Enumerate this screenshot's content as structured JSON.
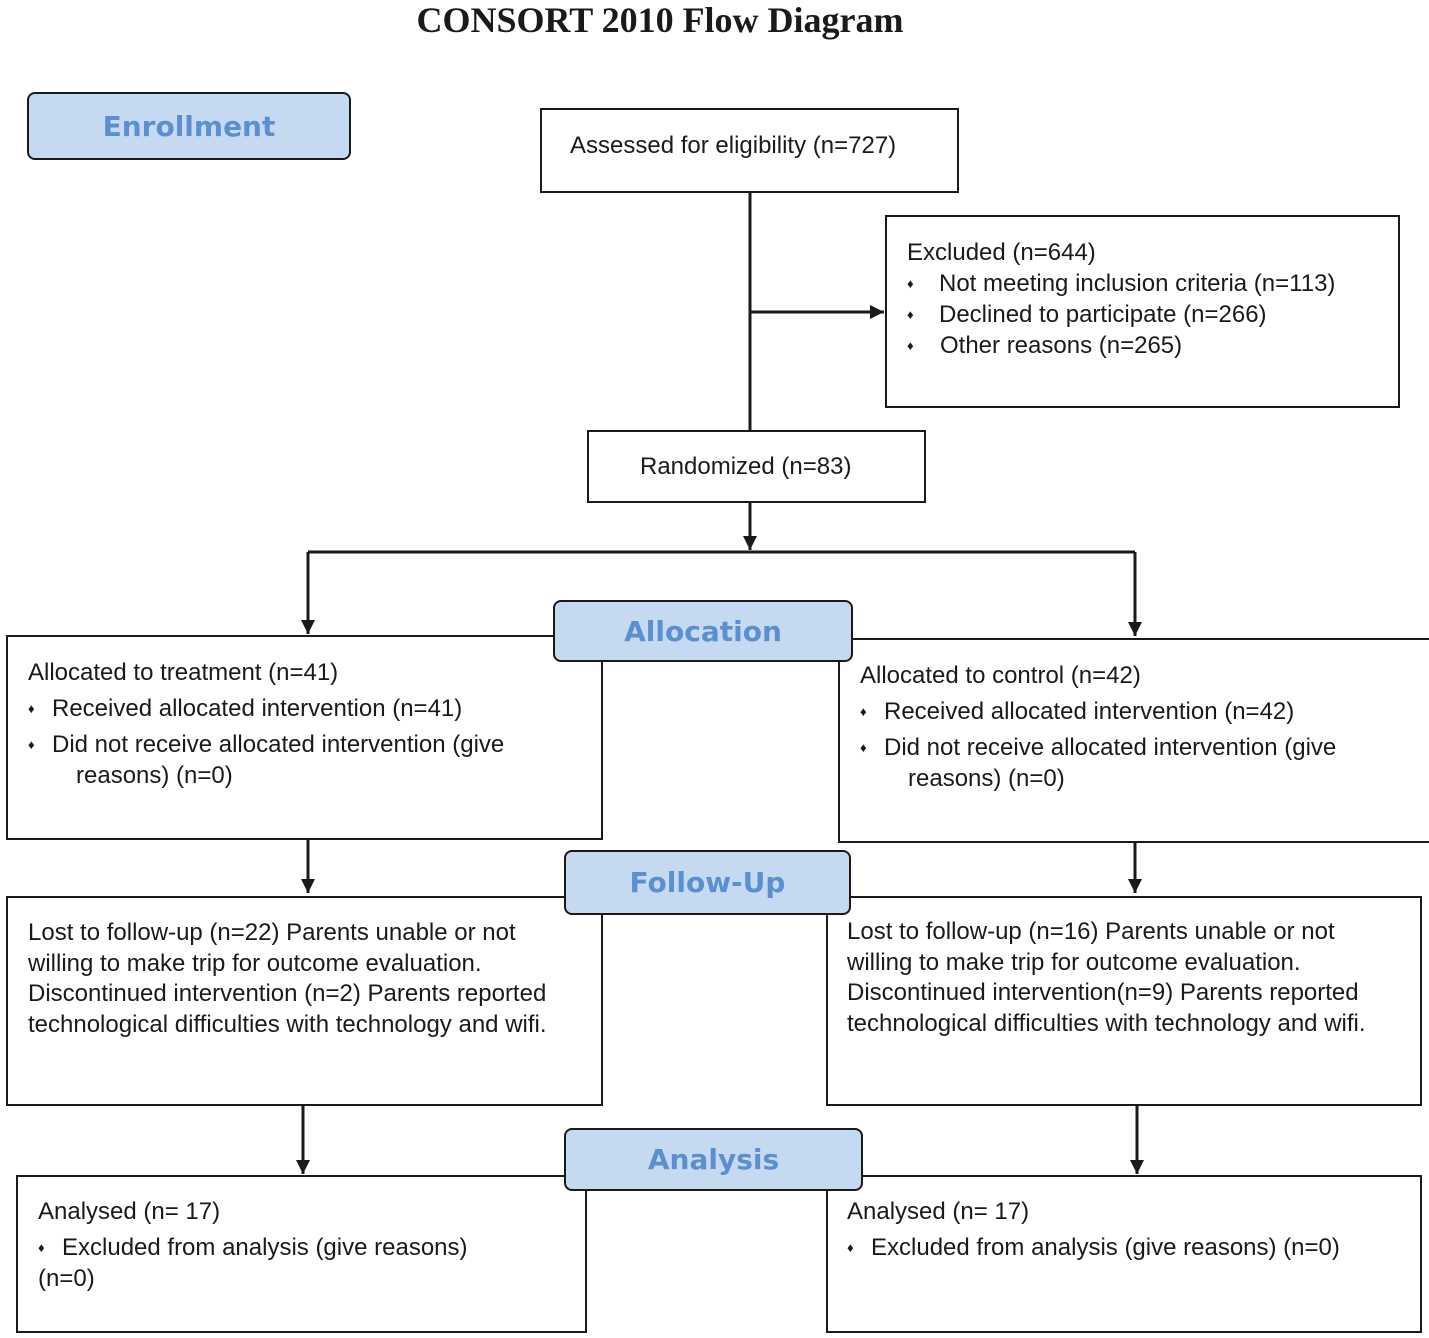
{
  "title": "CONSORT 2010 Flow Diagram",
  "stages": {
    "enrollment": "Enrollment",
    "allocation": "Allocation",
    "followup": "Follow-Up",
    "analysis": "Analysis"
  },
  "assessed": "Assessed for eligibility (n=727)",
  "excluded": {
    "heading": "Excluded  (n=644)",
    "items": [
      "Not meeting inclusion criteria (n=113)",
      "Declined to participate (n=266)",
      "Other reasons (n=265)"
    ]
  },
  "randomized": "Randomized (n=83)",
  "alloc_treatment": {
    "heading": "Allocated to treatment (n=41)",
    "item1": "Received allocated intervention (n=41)",
    "item2": "Did not receive allocated intervention (give",
    "item2_cont": "reasons) (n=0)"
  },
  "alloc_control": {
    "heading": "Allocated to control (n=42)",
    "item1": "Received allocated intervention (n=42)",
    "item2": "Did not receive allocated intervention (give",
    "item2_cont": "reasons) (n=0)"
  },
  "followup_treatment": "Lost to follow-up (n=22) Parents unable or not willing to make trip for outcome evaluation. Discontinued intervention (n=2) Parents reported technological difficulties with technology and wifi.",
  "followup_control": "Lost to follow-up (n=16) Parents unable or not willing to make trip for outcome evaluation. Discontinued intervention(n=9) Parents reported technological difficulties with technology and wifi.",
  "analysis_treatment": {
    "heading": "Analysed  (n= 17)",
    "item": "Excluded from analysis (give reasons)",
    "item_cont": "(n=0)"
  },
  "analysis_control": {
    "heading": "Analysed  (n= 17)",
    "item": "Excluded from analysis (give reasons) (n=0)"
  },
  "bullet": "♦"
}
